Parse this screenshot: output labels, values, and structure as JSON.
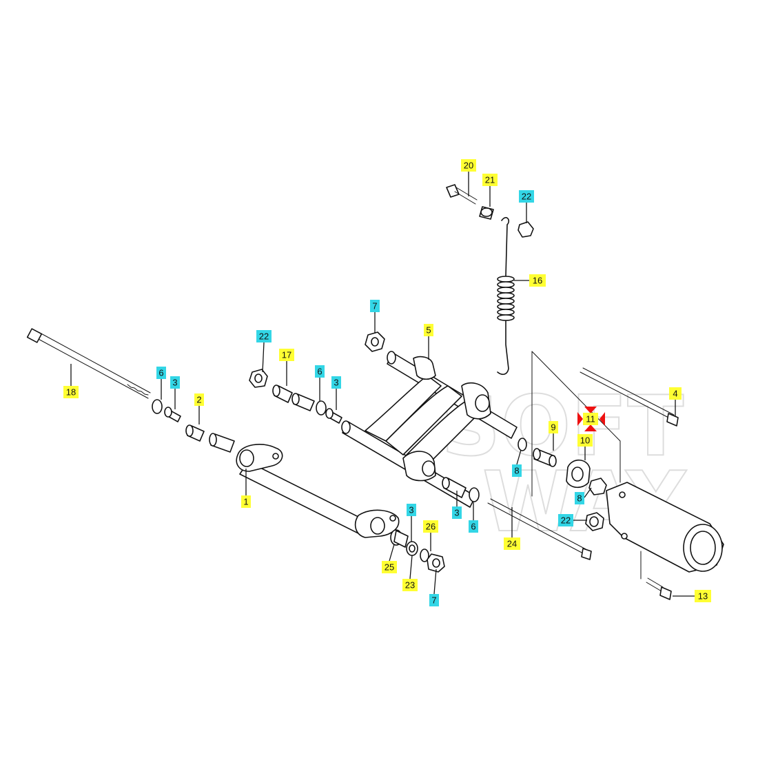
{
  "watermark": {
    "line1": "SOFT",
    "line2": "WAY"
  },
  "colors": {
    "yellow": "#ffff33",
    "cyan": "#33d6e6",
    "marker": "#ee1111"
  },
  "callouts": [
    {
      "id": "c20",
      "text": "20",
      "color": "yellow"
    },
    {
      "id": "c21",
      "text": "21",
      "color": "yellow"
    },
    {
      "id": "c22a",
      "text": "22",
      "color": "cyan"
    },
    {
      "id": "c16",
      "text": "16",
      "color": "yellow"
    },
    {
      "id": "c7a",
      "text": "7",
      "color": "cyan"
    },
    {
      "id": "c5",
      "text": "5",
      "color": "yellow"
    },
    {
      "id": "c22b",
      "text": "22",
      "color": "cyan"
    },
    {
      "id": "c17",
      "text": "17",
      "color": "yellow"
    },
    {
      "id": "c6a",
      "text": "6",
      "color": "cyan"
    },
    {
      "id": "c3a",
      "text": "3",
      "color": "cyan"
    },
    {
      "id": "c18",
      "text": "18",
      "color": "yellow"
    },
    {
      "id": "c6b",
      "text": "6",
      "color": "cyan"
    },
    {
      "id": "c3b",
      "text": "3",
      "color": "cyan"
    },
    {
      "id": "c2",
      "text": "2",
      "color": "yellow"
    },
    {
      "id": "c4",
      "text": "4",
      "color": "yellow"
    },
    {
      "id": "c11",
      "text": "11",
      "color": "yellow"
    },
    {
      "id": "c9",
      "text": "9",
      "color": "yellow"
    },
    {
      "id": "c10",
      "text": "10",
      "color": "yellow"
    },
    {
      "id": "c8a",
      "text": "8",
      "color": "cyan"
    },
    {
      "id": "c8b",
      "text": "8",
      "color": "cyan"
    },
    {
      "id": "c1",
      "text": "1",
      "color": "yellow"
    },
    {
      "id": "c3c",
      "text": "3",
      "color": "cyan"
    },
    {
      "id": "c6c",
      "text": "6",
      "color": "cyan"
    },
    {
      "id": "c22c",
      "text": "22",
      "color": "cyan"
    },
    {
      "id": "c24",
      "text": "24",
      "color": "yellow"
    },
    {
      "id": "c3d",
      "text": "3",
      "color": "cyan"
    },
    {
      "id": "c26",
      "text": "26",
      "color": "yellow"
    },
    {
      "id": "c25",
      "text": "25",
      "color": "yellow"
    },
    {
      "id": "c23",
      "text": "23",
      "color": "yellow"
    },
    {
      "id": "c7b",
      "text": "7",
      "color": "cyan"
    },
    {
      "id": "c13",
      "text": "13",
      "color": "yellow"
    }
  ]
}
